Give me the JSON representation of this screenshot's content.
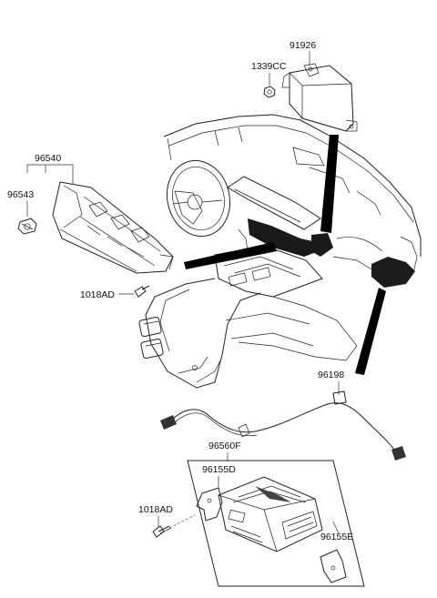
{
  "parts": {
    "p91926": "91926",
    "p1339cc": "1339CC",
    "p96540": "96540",
    "p96543": "96543",
    "p1018ad_top": "1018AD",
    "p96198": "96198",
    "p96560f": "96560F",
    "p96155d": "96155D",
    "p1018ad_bottom": "1018AD",
    "p96155e": "96155E"
  }
}
